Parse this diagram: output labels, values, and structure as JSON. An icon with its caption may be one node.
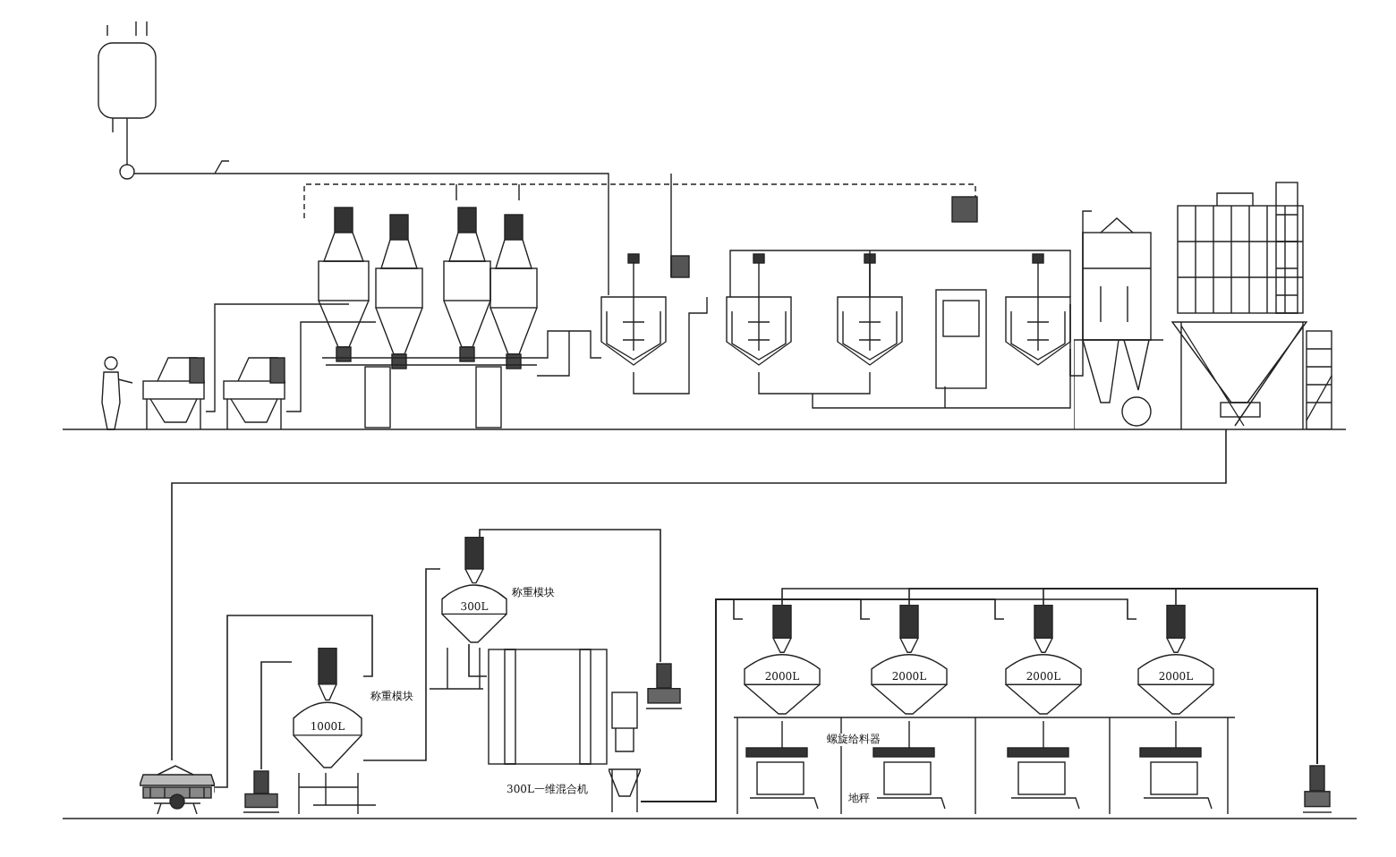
{
  "diagram": {
    "nodes": [
      {
        "text": [],
        "shape": "picture"
      },
      {
        "text": [],
        "shape": "picture"
      },
      {
        "text": [],
        "shape": "picture"
      },
      {
        "text": [
          "1000L"
        ],
        "beside": [
          "称重模块"
        ]
      },
      {
        "text": [
          "300L"
        ],
        "beside": [
          "称重模块"
        ]
      },
      {
        "text": [],
        "shape": "cylinder",
        "beside": [
          "300L一维混合机"
        ]
      },
      {
        "text": [],
        "shape": "picture"
      },
      {
        "text": [],
        "shape": "picture"
      },
      {
        "text": [
          "2000L"
        ]
      },
      {
        "text": [
          "2000L"
        ]
      },
      {
        "text": [
          "2000L"
        ]
      },
      {
        "text": [
          "2000L"
        ]
      },
      {
        "text": [],
        "shape": "picture"
      }
    ],
    "edges": [
      {
        "from": 0,
        "to": 1,
        "arrow": "none"
      },
      {
        "from": 1,
        "to": 3,
        "arrow": "none"
      },
      {
        "from": 2,
        "to": 3,
        "arrow": "none"
      },
      {
        "from": 3,
        "to": 4,
        "arrow": "none"
      },
      {
        "from": 4,
        "to": 6,
        "arrow": "none"
      },
      {
        "from": 4,
        "to": 5,
        "arrow": "none"
      },
      {
        "from": 7,
        "to": 8,
        "arrow": "none"
      },
      {
        "from": 7,
        "to": 9,
        "arrow": "none"
      },
      {
        "from": 7,
        "to": 10,
        "arrow": "none"
      },
      {
        "from": 7,
        "to": 11,
        "arrow": "none"
      },
      {
        "from": 8,
        "to": 12,
        "arrow": "none"
      },
      {
        "from": 9,
        "to": 12,
        "arrow": "none"
      },
      {
        "from": 10,
        "to": 12,
        "arrow": "none"
      },
      {
        "from": 11,
        "to": 12,
        "arrow": "none"
      }
    ],
    "labels": [
      "螺旋给料器",
      "地秤"
    ]
  }
}
